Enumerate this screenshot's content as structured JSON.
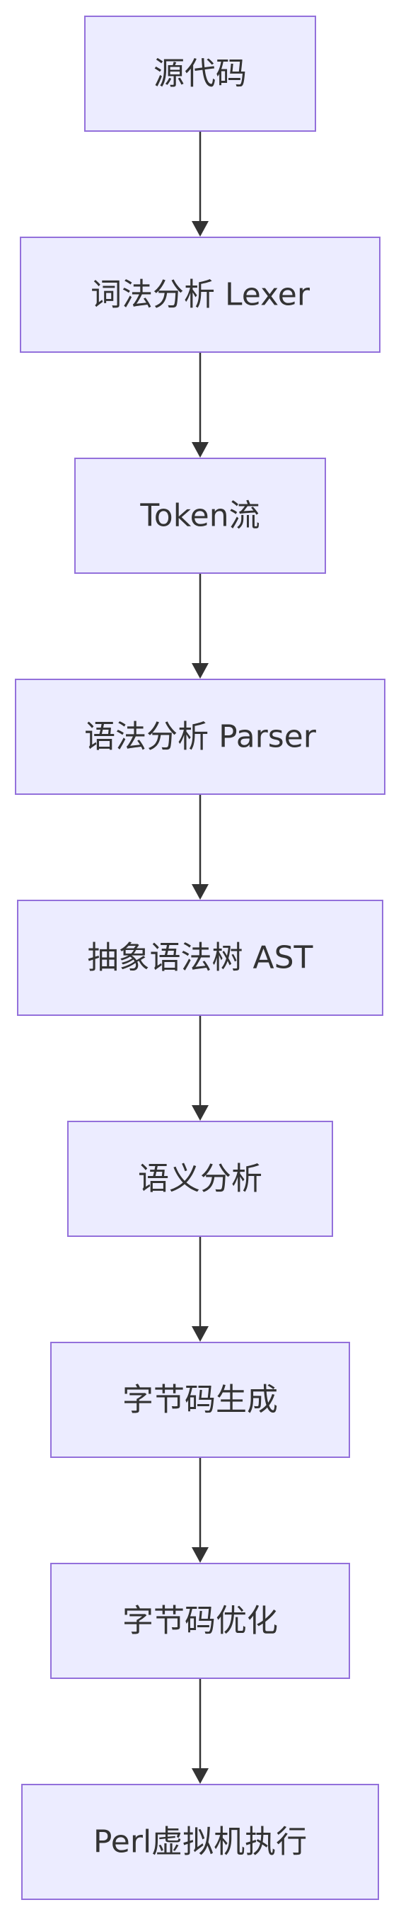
{
  "diagram": {
    "nodes": [
      {
        "id": "source_code",
        "label": "源代码"
      },
      {
        "id": "lexer",
        "label": "词法分析 Lexer"
      },
      {
        "id": "token_stream",
        "label": "Token流"
      },
      {
        "id": "parser",
        "label": "语法分析 Parser"
      },
      {
        "id": "ast",
        "label": "抽象语法树 AST"
      },
      {
        "id": "semantic",
        "label": "语义分析"
      },
      {
        "id": "bytecode_gen",
        "label": "字节码生成"
      },
      {
        "id": "bytecode_opt",
        "label": "字节码优化"
      },
      {
        "id": "perl_vm",
        "label": "Perl虚拟机执行"
      }
    ],
    "edges": [
      {
        "from": "source_code",
        "to": "lexer"
      },
      {
        "from": "lexer",
        "to": "token_stream"
      },
      {
        "from": "token_stream",
        "to": "parser"
      },
      {
        "from": "parser",
        "to": "ast"
      },
      {
        "from": "ast",
        "to": "semantic"
      },
      {
        "from": "semantic",
        "to": "bytecode_gen"
      },
      {
        "from": "bytecode_gen",
        "to": "bytecode_opt"
      },
      {
        "from": "bytecode_opt",
        "to": "perl_vm"
      }
    ]
  }
}
